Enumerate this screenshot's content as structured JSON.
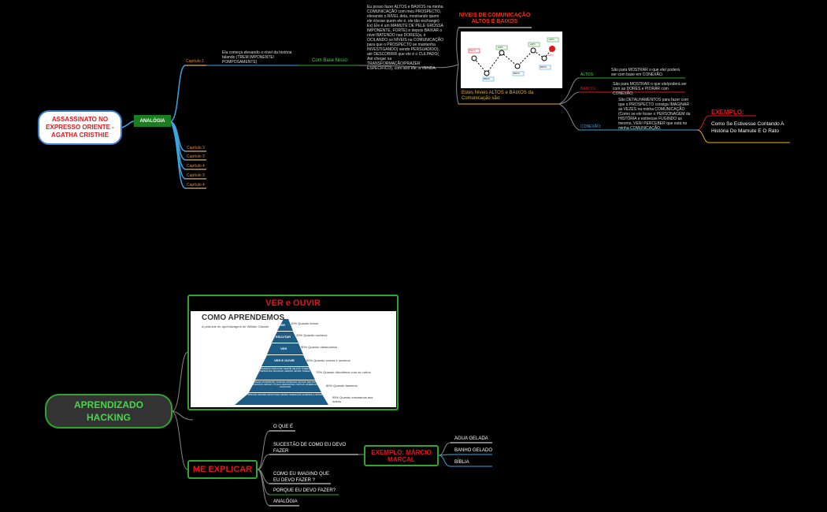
{
  "top_map": {
    "root": "ASSASSINATO NO EXPRESSO ORIENTE - AGATHA CRISTHIE",
    "analogia": "ANALÓGIA",
    "capitulo1": "Capítulo 1",
    "capitulo1_text": "Ela começa elevando o nível da história falando (TREM IMPONENTE/ POMPOSAMENTE)",
    "com_base": "Com Base Nisso:",
    "com_base_text": "Eu posso fazer ALTOS e BAIXOS na minha COMUNICAÇÃO com meu PROSPECTO, elevando o NÍVEL dela, mostrando quem ele é(esse quem ele é, ele tão exchange) Ex) Ele é um MAMUTE DE PELE GROSSA IMPONENTE, FORTE) e depois BAIXAR o nível BATENDO nas DORES(a, é OCILANDO os NÍVEIS na COMUNICAÇÃO para que o PROSPECTO se mantenha INVESTIGANDO( sendo PERSUADIDO), até DESCOBRIR que ele é o CULPADO( Até chegar na TRANSFORMAÇÃO/PRAZER ESPECÍFICO), com isso ele, a VENDA.",
    "niveis_title": "NÍVEIS DE COMUNICAÇÃO ALTOS E BAIXOS",
    "niveis_sub": "Estes Níveis ALTOS e BAIXOS da Comunicação são:",
    "altos_label": "ALTOS:",
    "altos_text": "São para MOSTRAR o que ele/ poderá ser com base em CONEXÃO.",
    "baixos_label": "BAIXOS:",
    "baixos_text": "São para MOSTRAR o que ele/poderá ser com as DORES e PIORAR com CONEXÃO.",
    "conexao_label": "CONEXÃO:",
    "conexao_text": "São DETALHAMENTOS para fazer com que o PROSPECTO consiga IMAGINAR as VEZES na minha COMUNICAÇÃO (Como se ele fosse o PERSONAGEM da HISTÓRIA e estivesse FUGINDO as mesmo, VER/ PERCEBER que está no minha COMUNICAÇÃO.",
    "exemplo_title": "EXEMPLO:",
    "exemplo_text": "Como Se Estivesse Contando A História Do Mamute E O Rato",
    "capitulos": [
      "Capítulo 3",
      "Capítulo 3",
      "Capítulo 4",
      "Capítulo 3",
      "Capítulo 4"
    ],
    "chart_labels": [
      "BAIXO",
      "ALTO",
      "BAIXO",
      "ALTO",
      "BAIXO",
      "ALTO",
      "BAIXO",
      "ALTO"
    ]
  },
  "bottom_map": {
    "root": "APRENDIZADO HACKING",
    "ver_ouvir": "VER e OUVIR",
    "pyramid_title": "COMO APRENDEMOS",
    "pyramid_subtitle": "A pirâmide de aprendizagem de William Glasser",
    "pyramid_levels": [
      {
        "label": "LER",
        "pct": "10% Quando lemos"
      },
      {
        "label": "ESCUTAR",
        "pct": "20% Quando ouvimos"
      },
      {
        "label": "VER",
        "pct": "30% Quando observamos"
      },
      {
        "label": "VER E OUVIR",
        "pct": "50% Quando vemos e ouvimos"
      },
      {
        "label": "CONVERSAR, PERGUNTAR, REPETIR, RELATAR, NUMERAR, REPRODUZIR, RECORDAR, DEBATER, DEFINIR, NOMEAR",
        "pct": "70% Quando discutimos com os outros"
      },
      {
        "label": "ESCREVER, INTERPRETAR, TRADUZIR, EXPRESSAR, REVISAR, IDENTIFICAR, COMUNICAR, AMPLIAR, UTILIZAR, DEMONSTRAR, PRATICAR, DIFERENCIAR, CATALOGAR",
        "pct": "80% Quando fazemos"
      },
      {
        "label": "EXPLICAR, RESUMIR, ESTRUTURAR, DEFINIR, GENERALIZAR, ELABORAR, ILUSTRAR",
        "pct": "95% Quando ensinamos aos outros"
      }
    ],
    "me_explicar": "ME EXPLICAR",
    "items": [
      "O QUE É",
      "SUCESTÃO DE COMO EU DEVO FAZER",
      "COMO EU IMAGINO QUE EU DEVO FAZER ?",
      "PORQUE EU DEVO FAZER?",
      "ANALÓGIA"
    ],
    "exemplo_marcio": "EXEMPLO: MÁRCIO MARÇAL",
    "exemplos": [
      "AGUA GELADA",
      "BANHO GELADO",
      "BÍBLIA"
    ]
  },
  "colors": {
    "red": "#e0171b",
    "green": "#2fa52f",
    "blue": "#3ba5e0",
    "orange": "#e8862a",
    "yellow": "#e8b21c"
  }
}
